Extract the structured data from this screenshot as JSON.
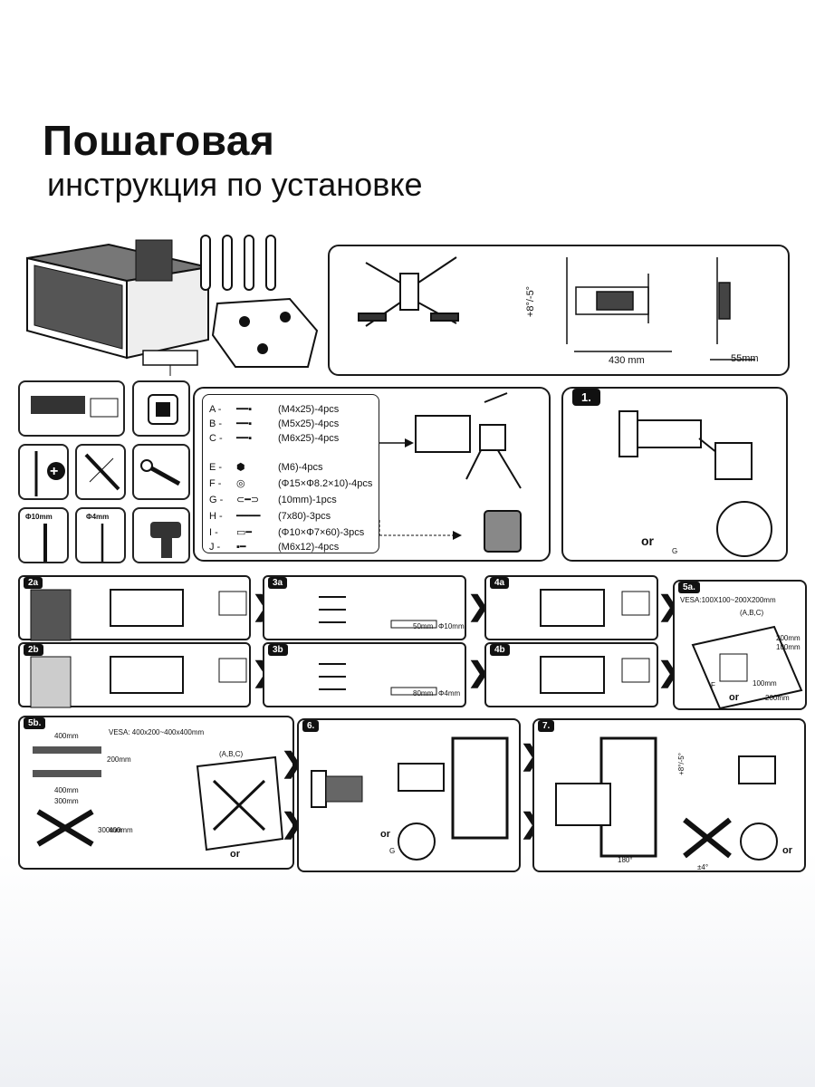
{
  "header": {
    "title": "Пошаговая",
    "subtitle": "инструкция по установке"
  },
  "dimensions": {
    "depth_max": "430 mm",
    "depth_min": "55mm",
    "tilt": "+8°/-5°"
  },
  "parts": [
    {
      "code": "A -",
      "spec": "(M4x25)-4pcs"
    },
    {
      "code": "B -",
      "spec": "(M5x25)-4pcs"
    },
    {
      "code": "C -",
      "spec": "(M6x25)-4pcs"
    },
    {
      "code": "E -",
      "spec": "(M6)-4pcs"
    },
    {
      "code": "F -",
      "spec": "(Φ15×Φ8.2×10)-4pcs"
    },
    {
      "code": "G -",
      "spec": "(10mm)-1pcs"
    },
    {
      "code": "H -",
      "spec": "(7x80)-3pcs"
    },
    {
      "code": "I -",
      "spec": "(Φ10×Φ7×60)-3pcs"
    },
    {
      "code": "J -",
      "spec": "(M6x12)-4pcs"
    }
  ],
  "tools": {
    "drill10": "Φ10mm",
    "drill4": "Φ4mm"
  },
  "steps": {
    "s1": "1.",
    "s2a": "2a",
    "s2b": "2b",
    "s3a": "3a",
    "s3b": "3b",
    "s4a": "4a",
    "s4b": "4b",
    "s5a": "5a.",
    "s5b": "5b.",
    "s6": "6.",
    "s7": "7."
  },
  "labels": {
    "or": "or",
    "g": "G",
    "f": "F",
    "abc": "(A,B,C)",
    "vesa_small": "VESA:100X100~200X200mm",
    "vesa_large": "VESA: 400x200~400x400mm",
    "depth_50": "50mm",
    "depth_80": "80mm",
    "d10": "Φ10mm",
    "d4": "Φ4mm",
    "w400": "400mm",
    "w300": "300mm",
    "h200": "200mm",
    "h300": "300mm",
    "h400": "400mm",
    "s200a": "200mm",
    "s100a": "100mm",
    "s100b": "100mm",
    "s200b": "200mm",
    "rot180": "180°",
    "rot4": "±4°",
    "tilt7": "+8°/-5°"
  }
}
